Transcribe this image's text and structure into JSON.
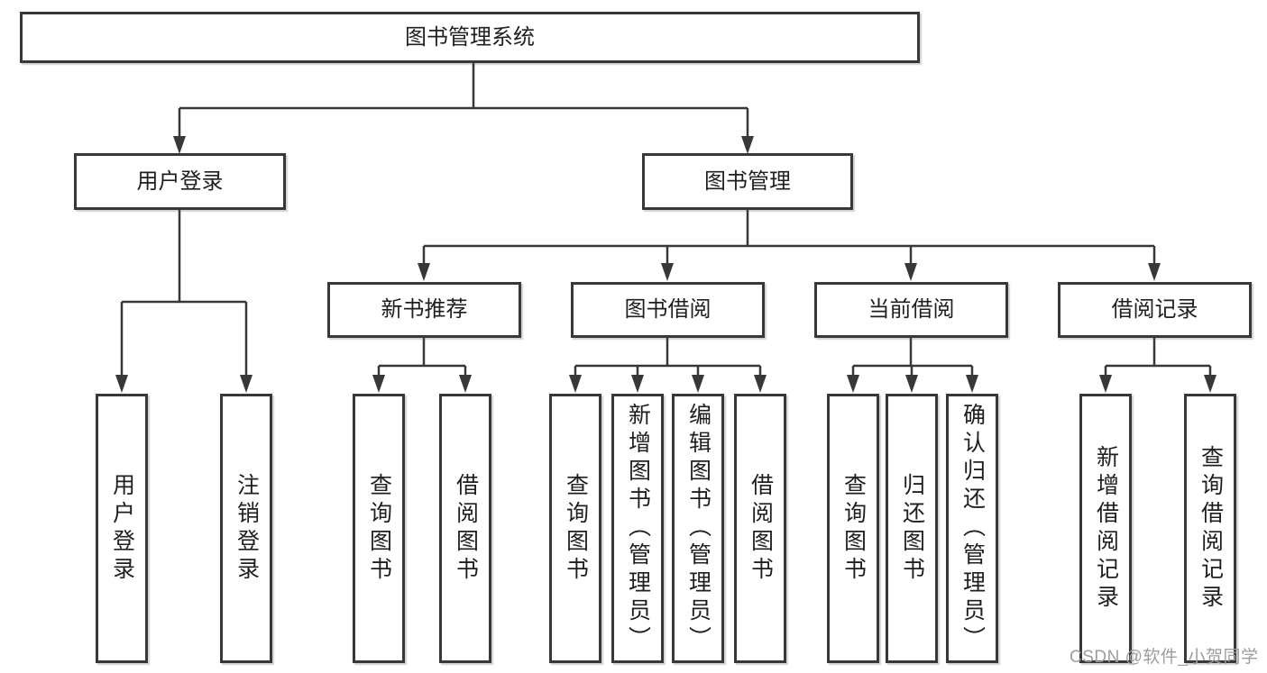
{
  "diagram": {
    "root": {
      "label": "图书管理系统"
    },
    "level2": [
      {
        "label": "用户登录"
      },
      {
        "label": "图书管理"
      }
    ],
    "level3": [
      {
        "label": "新书推荐"
      },
      {
        "label": "图书借阅"
      },
      {
        "label": "当前借阅"
      },
      {
        "label": "借阅记录"
      }
    ],
    "leaves": [
      {
        "label": "用户登录"
      },
      {
        "label": "注销登录"
      },
      {
        "label": "查询图书"
      },
      {
        "label": "借阅图书"
      },
      {
        "label": "查询图书"
      },
      {
        "label": "新增图书（管理员）"
      },
      {
        "label": "编辑图书（管理员）"
      },
      {
        "label": "借阅图书"
      },
      {
        "label": "查询图书"
      },
      {
        "label": "归还图书"
      },
      {
        "label": "确认归还（管理员）"
      },
      {
        "label": "新增借阅记录"
      },
      {
        "label": "查询借阅记录"
      }
    ]
  },
  "watermark": {
    "text": "CSDN @软件_小贺同学"
  },
  "colors": {
    "line": "#383838",
    "text": "#1f1f1f",
    "watermark": "#9d9d9d",
    "background": "#ffffff"
  }
}
